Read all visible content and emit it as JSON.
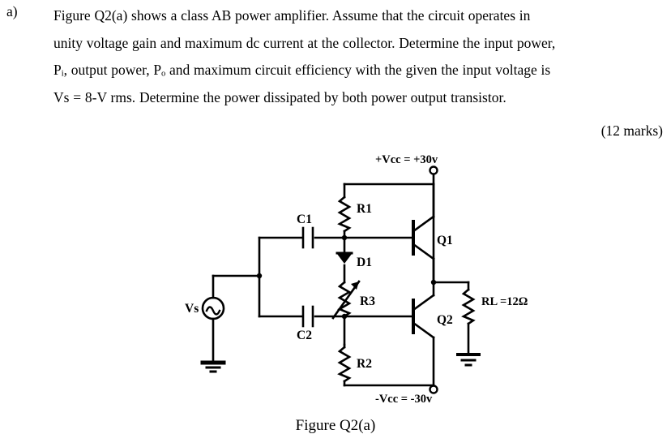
{
  "question": {
    "marker": "a)",
    "lines": [
      "Figure Q2(a) shows a class AB power amplifier. Assume that the circuit operates in",
      "unity voltage gain and maximum dc current at the collector. Determine the input power,",
      "Pᵢ, output power, Pₒ and maximum circuit efficiency with the given the input voltage is",
      "Vs = 8-V rms.  Determine the power dissipated by both power output transistor."
    ],
    "marks": "(12 marks)"
  },
  "figure": {
    "caption": "Figure Q2(a)",
    "labels": {
      "vcc_pos": "+Vcc = +30v",
      "vcc_neg": "-Vcc = -30v",
      "r1": "R1",
      "r2": "R2",
      "r3": "R3",
      "rl": "RL =12Ω",
      "c1": "C1",
      "c2": "C2",
      "d1": "D1",
      "q1": "Q1",
      "q2": "Q2",
      "vs": "Vs"
    },
    "components": {
      "supply_positive_volts": "+30v",
      "supply_negative_volts": "-30v",
      "load_resistance": "12Ω",
      "source_label": "Vs",
      "transistor_type": "npn"
    },
    "colors": {
      "ink": "#000000",
      "paper": "#ffffff"
    }
  }
}
